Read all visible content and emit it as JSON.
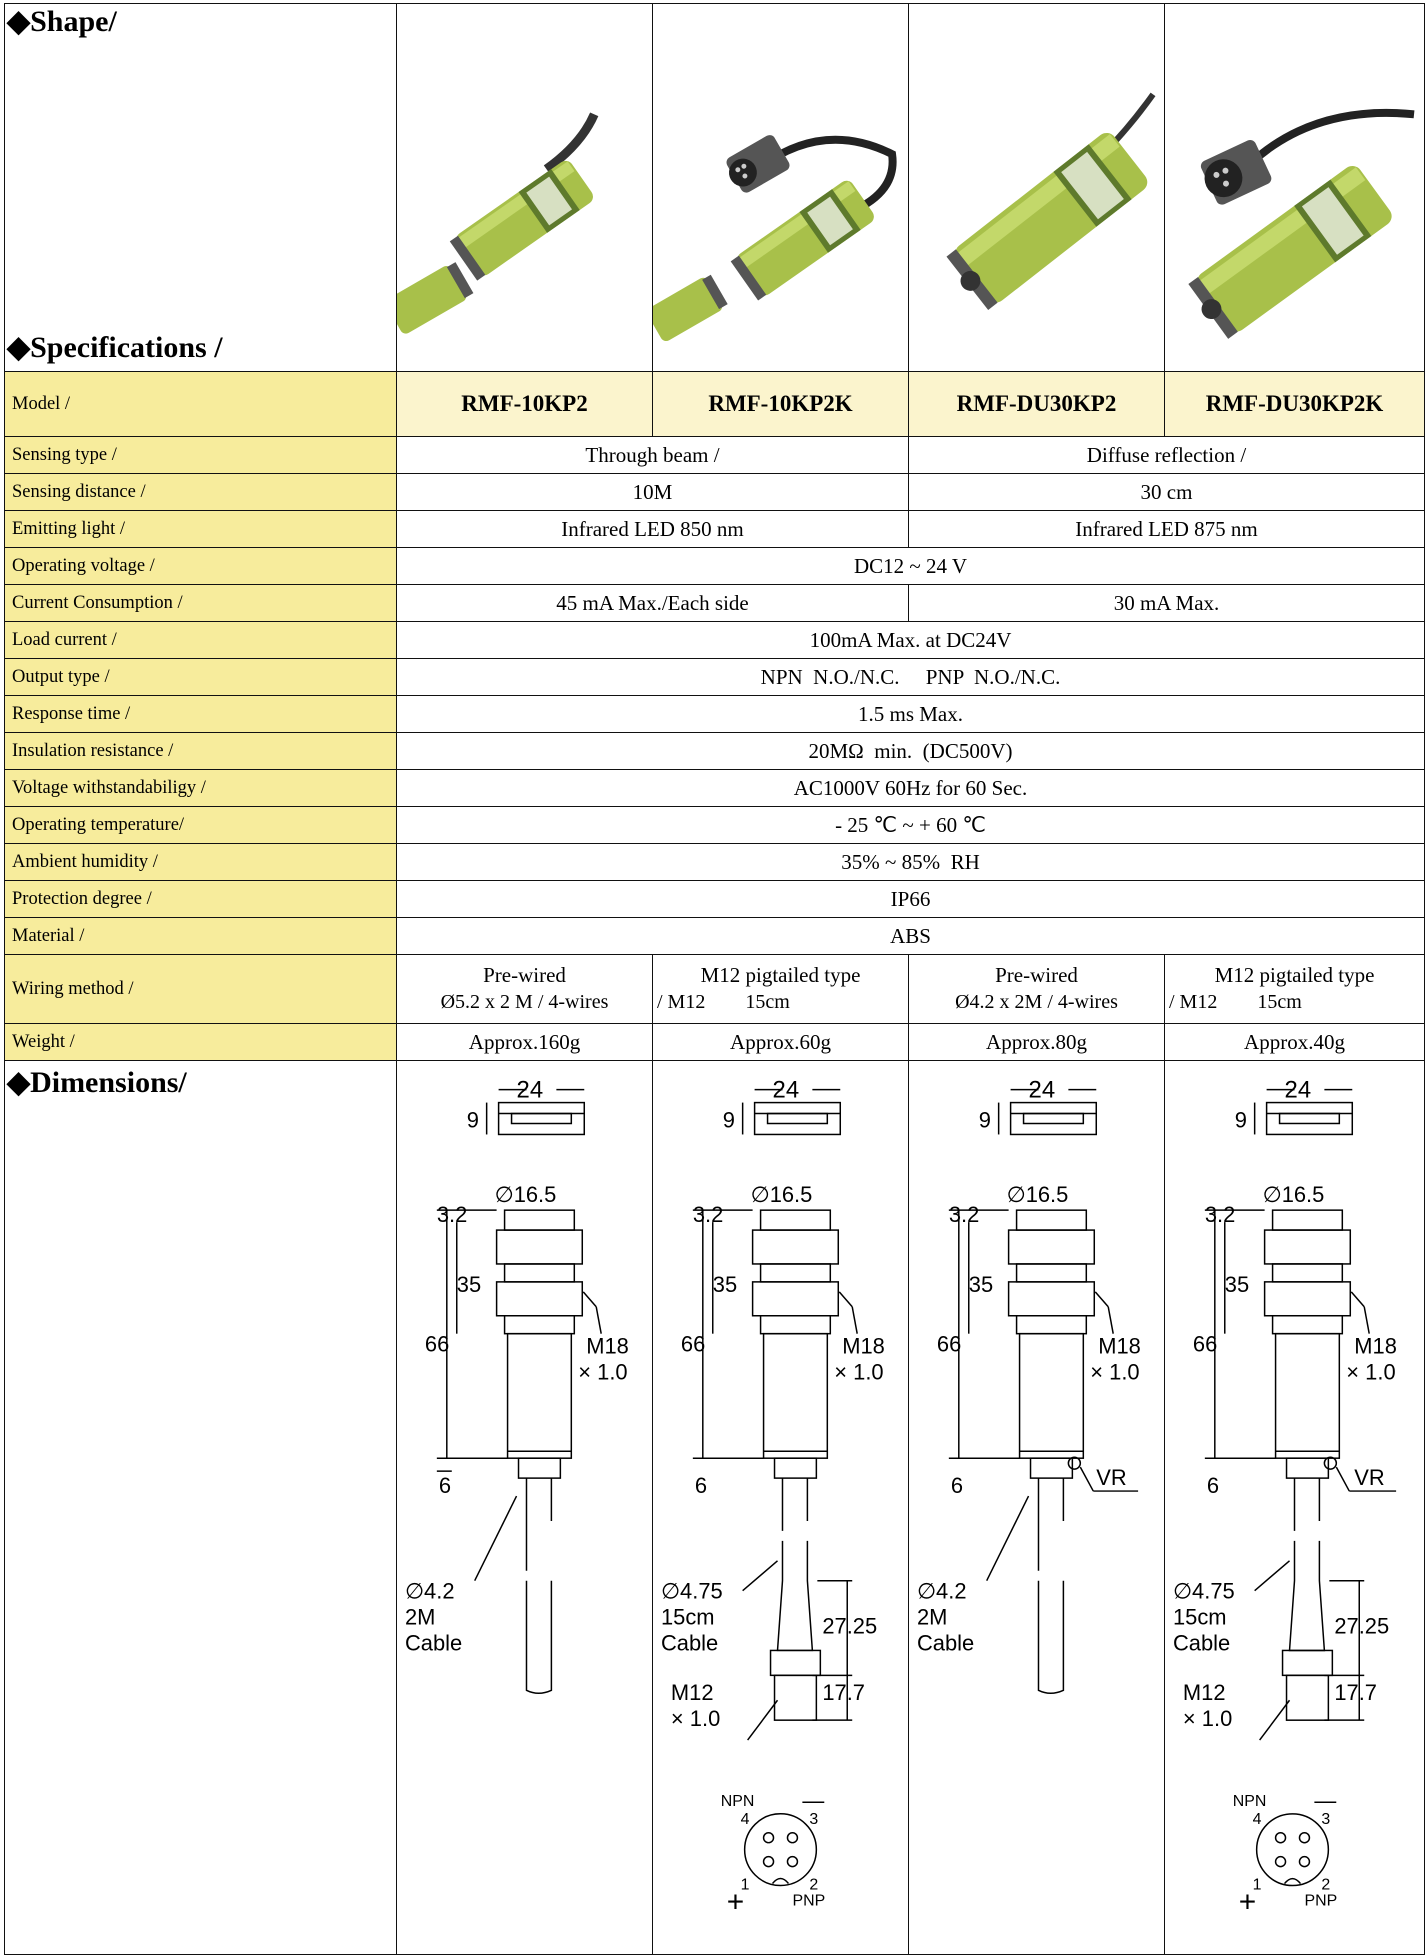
{
  "sections": {
    "shape": "◆Shape/",
    "specifications": "◆Specifications /",
    "dimensions": "◆Dimensions/"
  },
  "models": [
    "RMF-10KP2",
    "RMF-10KP2K",
    "RMF-DU30KP2",
    "RMF-DU30KP2K"
  ],
  "product_photos": [
    "sensor-prewired-photo",
    "sensor-m12-pigtail-photo",
    "sensor-prewired-vr-photo",
    "sensor-m12-pigtail-vr-photo"
  ],
  "specs": {
    "model_label": "Model /",
    "sensing_type": {
      "label": "Sensing type /",
      "through_beam": "Through beam /",
      "diffuse": "Diffuse reflection /"
    },
    "sensing_distance": {
      "label": "Sensing distance /",
      "through_beam": "10M",
      "diffuse": "30 cm"
    },
    "emitting_light": {
      "label": "Emitting light /",
      "through_beam": "Infrared LED 850 nm",
      "diffuse": "Infrared LED 875 nm"
    },
    "operating_voltage": {
      "label": "Operating voltage /",
      "value": "DC12 ~ 24 V"
    },
    "current_consumption": {
      "label": "Current Consumption /",
      "through_beam": "45 mA  Max./Each side",
      "diffuse": "30 mA  Max."
    },
    "load_current": {
      "label": "Load current /",
      "value": "100mA Max. at DC24V"
    },
    "output_type": {
      "label": "Output type /",
      "value": "NPN  N.O./N.C.     PNP  N.O./N.C."
    },
    "response_time": {
      "label": "Response time /",
      "value": "1.5 ms Max."
    },
    "insulation_resistance": {
      "label": "Insulation resistance /",
      "value": "20MΩ  min.  (DC500V)"
    },
    "voltage_withstand": {
      "label": "Voltage withstandabiligy /",
      "value": "AC1000V 60Hz for 60 Sec."
    },
    "operating_temperature": {
      "label": "Operating temperature/",
      "value": "- 25 ℃ ~ + 60 ℃"
    },
    "ambient_humidity": {
      "label": "Ambient humidity /",
      "value": "35% ~ 85%  RH"
    },
    "protection_degree": {
      "label": "Protection degree /",
      "value": "IP66"
    },
    "material": {
      "label": "Material /",
      "value": "ABS"
    },
    "wiring_method": {
      "label": "Wiring method /",
      "values": [
        {
          "line1": "Pre-wired",
          "line2": "Ø5.2 x 2 M / 4-wires"
        },
        {
          "line1": "M12 pigtailed type",
          "line2": "/ M12        15cm"
        },
        {
          "line1": "Pre-wired",
          "line2": "Ø4.2 x 2M / 4-wires"
        },
        {
          "line1": "M12 pigtailed type",
          "line2": "/ M12        15cm"
        }
      ]
    },
    "weight": {
      "label": "Weight /",
      "values": [
        "Approx.160g",
        "Approx.60g",
        "Approx.80g",
        "Approx.40g"
      ]
    }
  },
  "dimensions": {
    "width_top": "24",
    "height_top": "9",
    "diameter": "∅16.5",
    "thread_offset": "3.2",
    "thread_length": "35",
    "body_length": "66",
    "thread_line1": "M18",
    "thread_line2": "× 1.0",
    "tail": "6",
    "vr": "VR",
    "cable_prewired": {
      "dia_10kp2": "∅4.2",
      "dia_du30kp2": "∅4.2",
      "length": "2M",
      "word": "Cable"
    },
    "cable_pigtail": {
      "dia": "∅4.75",
      "length": "15cm",
      "word": "Cable",
      "conn_length": "27.25",
      "conn_thread_len": "17.7",
      "conn_thread1": "M12",
      "conn_thread2": "× 1.0"
    },
    "connector_pins": {
      "npn": "NPN",
      "pnp": "PNP",
      "minus": "—",
      "plus": "+",
      "pin1": "1",
      "pin2": "2",
      "pin3": "3",
      "pin4": "4"
    }
  }
}
